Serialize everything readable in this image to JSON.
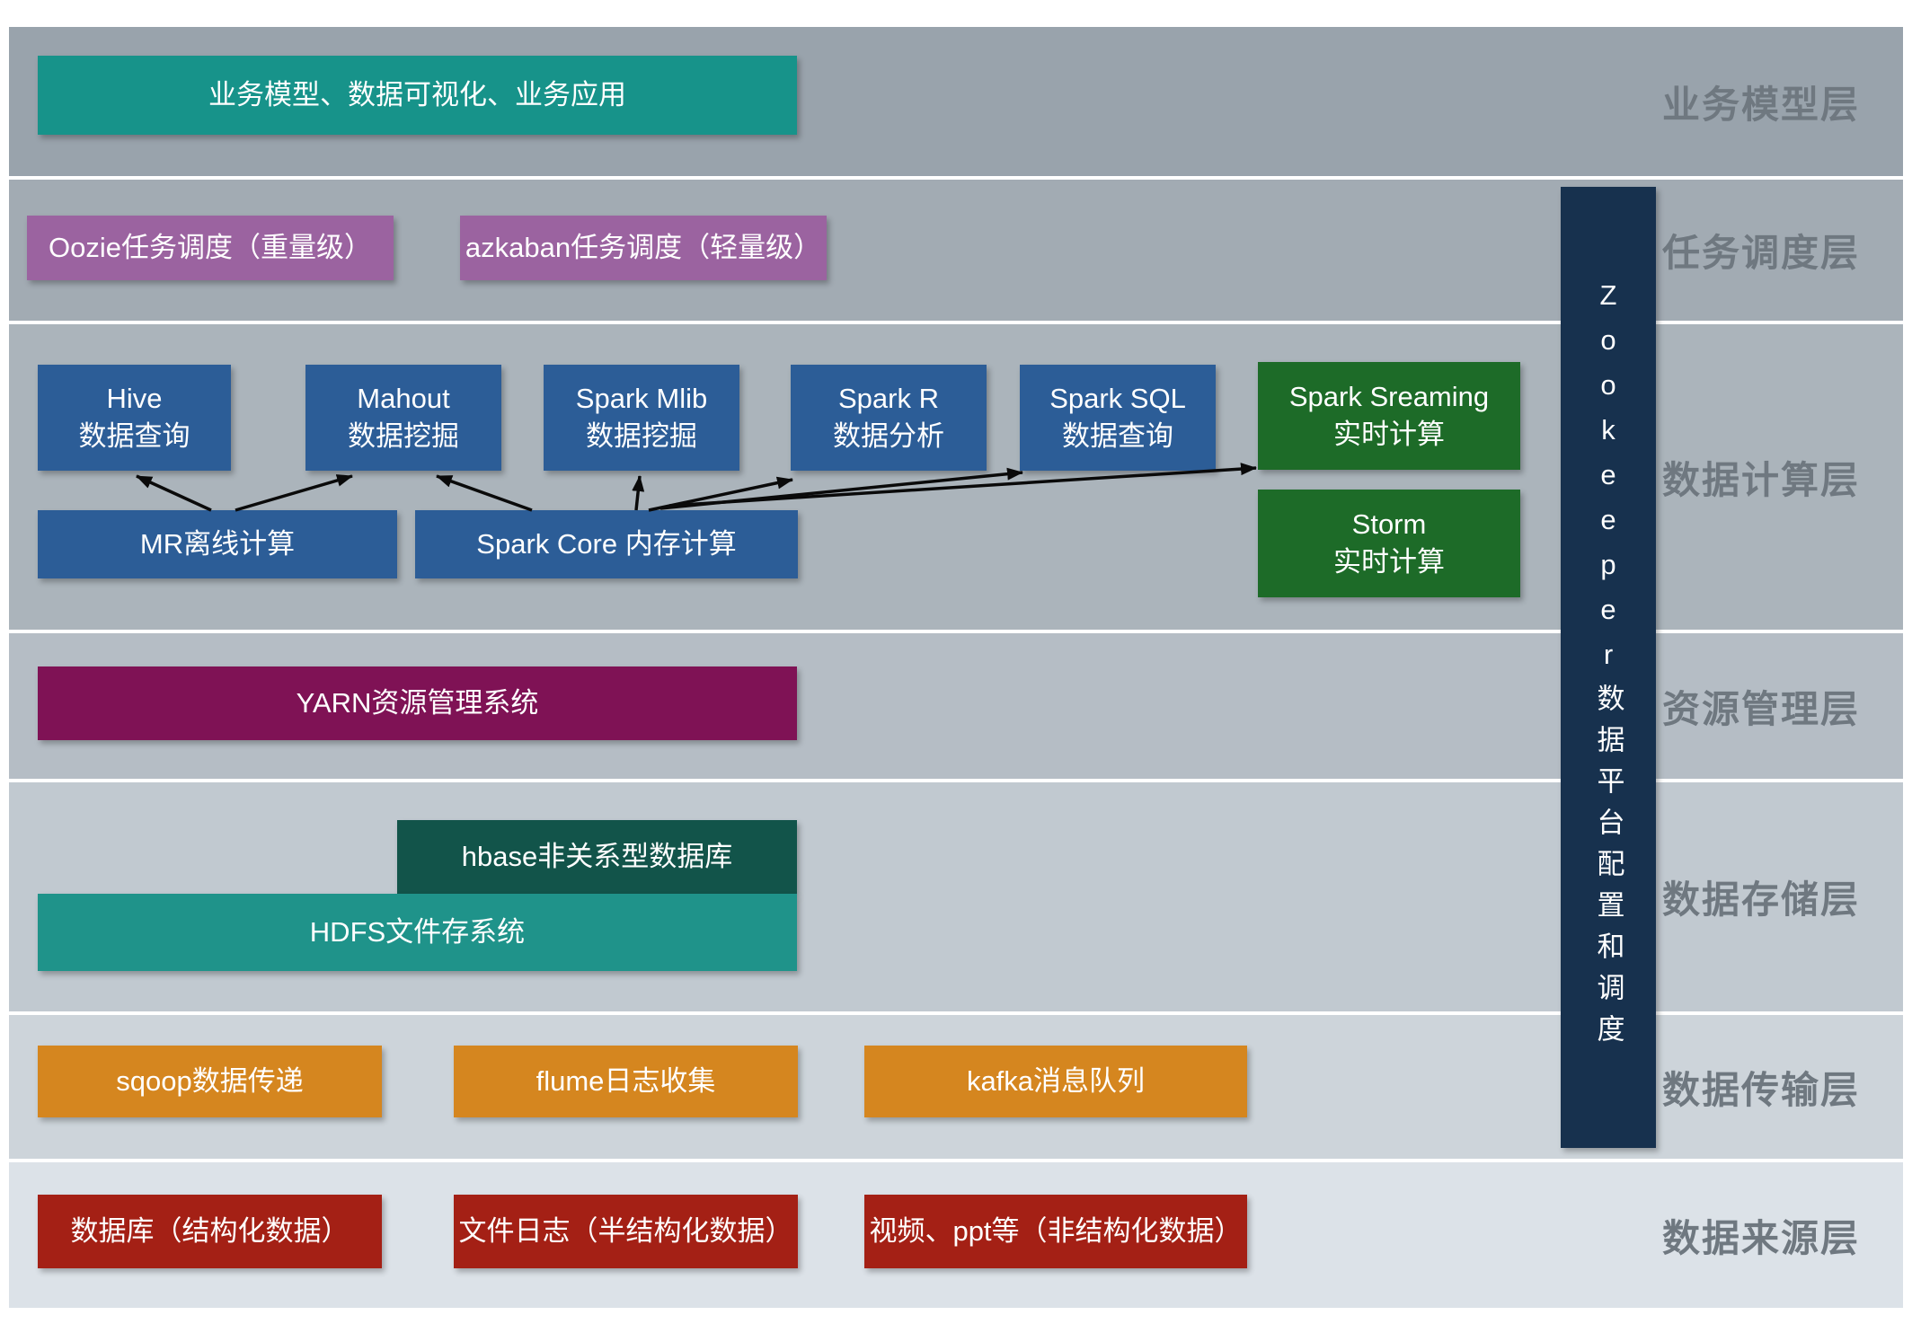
{
  "layers": [
    {
      "name": "business-model",
      "label": "业务模型层"
    },
    {
      "name": "task-scheduling",
      "label": "任务调度层"
    },
    {
      "name": "data-computing",
      "label": "数据计算层"
    },
    {
      "name": "resource-management",
      "label": "资源管理层"
    },
    {
      "name": "data-storage",
      "label": "数据存储层"
    },
    {
      "name": "data-transmission",
      "label": "数据传输层"
    },
    {
      "name": "data-source",
      "label": "数据来源层"
    }
  ],
  "boxes": {
    "business_app": "业务模型、数据可视化、业务应用",
    "oozie": "Oozie任务调度（重量级）",
    "azkaban": "azkaban任务调度（轻量级）",
    "hive": {
      "line1": "Hive",
      "line2": "数据查询"
    },
    "mahout": {
      "line1": "Mahout",
      "line2": "数据挖掘"
    },
    "spark_mlib": {
      "line1": "Spark Mlib",
      "line2": "数据挖掘"
    },
    "spark_r": {
      "line1": "Spark R",
      "line2": "数据分析"
    },
    "spark_sql": {
      "line1": "Spark SQL",
      "line2": "数据查询"
    },
    "spark_streaming": {
      "line1": "Spark Sreaming",
      "line2": "实时计算"
    },
    "storm": {
      "line1": "Storm",
      "line2": "实时计算"
    },
    "mr": "MR离线计算",
    "spark_core": "Spark Core 内存计算",
    "yarn": "YARN资源管理系统",
    "hbase": "hbase非关系型数据库",
    "hdfs": "HDFS文件存系统",
    "sqoop": "sqoop数据传递",
    "flume": "flume日志收集",
    "kafka": "kafka消息队列",
    "db_source": "数据库（结构化数据）",
    "file_log_source": "文件日志（半结构化数据）",
    "video_source": "视频、ppt等（非结构化数据）",
    "zookeeper": "Zookeeper数据平台配置和调度"
  },
  "edges": [
    {
      "from": "MR离线计算",
      "to": "Hive"
    },
    {
      "from": "MR离线计算",
      "to": "Mahout"
    },
    {
      "from": "Spark Core",
      "to": "Mahout"
    },
    {
      "from": "Spark Core",
      "to": "Spark Mlib"
    },
    {
      "from": "Spark Core",
      "to": "Spark R"
    },
    {
      "from": "Spark Core",
      "to": "Spark SQL"
    },
    {
      "from": "Spark Core",
      "to": "Spark Sreaming"
    }
  ],
  "colors": {
    "teal": "#17938a",
    "purple": "#9b63a0",
    "blue": "#2c5d97",
    "green": "#1d6b28",
    "magenta": "#7f1255",
    "dark_teal": "#12544a",
    "hdfs_teal": "#1f938a",
    "orange": "#d5861f",
    "red": "#a42015",
    "navy": "#17314e",
    "band_grays": [
      "#99a3ac",
      "#a2abb3",
      "#abb4bb",
      "#b5bdc5",
      "#c1c9d0",
      "#cdd4da",
      "#dce2e8"
    ],
    "label_gray": "#6f7880",
    "arrow": "#0a0a0a"
  }
}
